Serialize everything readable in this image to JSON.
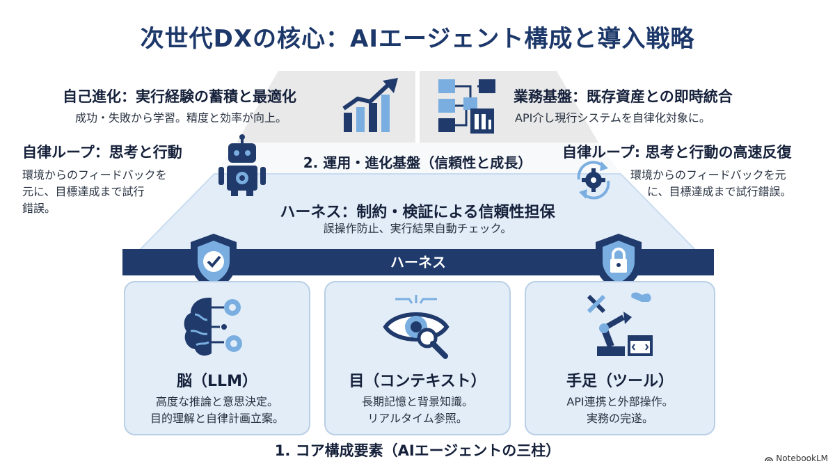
{
  "title": "次世代DXの核心：AIエージェント構成と導入戦略",
  "top": {
    "left": {
      "heading": "自己進化：実行経験の蓄積と最適化",
      "text": "成功・失敗から学習。精度と効率が向上。"
    },
    "right": {
      "heading": "業務基盤：既存資産との即時統合",
      "text": "API介し現行システムを自律化対象に。"
    }
  },
  "side": {
    "left": {
      "heading": "自律ループ：思考と行動",
      "lines": [
        "環境からのフィードバックを",
        "元に、目標達成まで試行",
        "錯誤。"
      ]
    },
    "right": {
      "heading": "自律ループ: 思考と行動の高速反復",
      "lines": [
        "環境からのフィードバックを元",
        "に、目標達成まで試行錯誤。"
      ]
    }
  },
  "layer2": {
    "label": "2. 運用・進化基盤（信頼性と成長）"
  },
  "harness_block": {
    "heading": "ハーネス：制約・検証による信頼性担保",
    "text": "誤操作防止、実行結果自動チェック。"
  },
  "harness_bar": {
    "label": "ハーネス"
  },
  "pillars": [
    {
      "title": "脳（LLM）",
      "lines": [
        "高度な推論と意思決定。",
        "目的理解と自律計画立案。"
      ],
      "icon": "brain-gear-icon"
    },
    {
      "title": "目（コンテキスト）",
      "lines": [
        "長期記憶と背景知識。",
        "リアルタイム参照。"
      ],
      "icon": "eye-magnifier-icon"
    },
    {
      "title": "手足（ツール）",
      "lines": [
        "API連携と外部操作。",
        "実務の完遂。"
      ],
      "icon": "robot-arm-tools-icon"
    }
  ],
  "layer1": {
    "label": "1. コア構成要素（AIエージェントの三柱）"
  },
  "brand": "NotebookLM",
  "colors": {
    "navy": "#1f3a6b",
    "light_blue": "#e3edf8",
    "grey": "#e9e9e9",
    "icon_blue": "#7aaee0"
  }
}
